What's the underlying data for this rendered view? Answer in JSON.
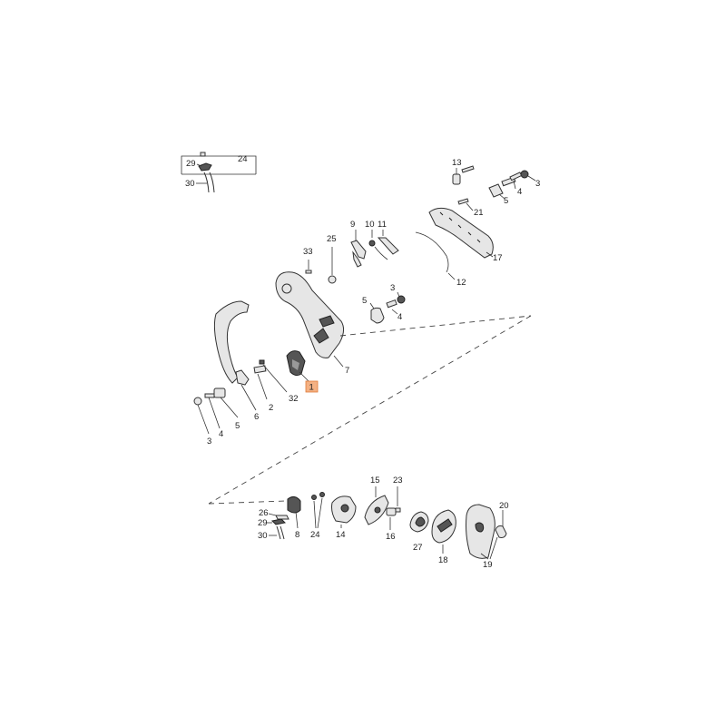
{
  "diagram": {
    "highlighted_part": "1",
    "callouts": {
      "inset_24": "24",
      "inset_29": "29",
      "inset_30": "30",
      "c13": "13",
      "c3a": "3",
      "c5a": "5",
      "c4a": "4",
      "c21": "21",
      "c9": "9",
      "c10": "10",
      "c11": "11",
      "c17": "17",
      "c12": "12",
      "c33": "33",
      "c25": "25",
      "c5b": "5",
      "c3b": "3",
      "c4b": "4",
      "c7": "7",
      "c1": "1",
      "c32": "32",
      "c2": "2",
      "c6": "6",
      "c5c": "5",
      "c4c": "4",
      "c3c": "3",
      "c15": "15",
      "c23": "23",
      "c20": "20",
      "c26": "26",
      "c29b": "29",
      "c30b": "30",
      "c8": "8",
      "c24b": "24",
      "c14": "14",
      "c16": "16",
      "c27": "27",
      "c18": "18",
      "c19": "19"
    }
  }
}
